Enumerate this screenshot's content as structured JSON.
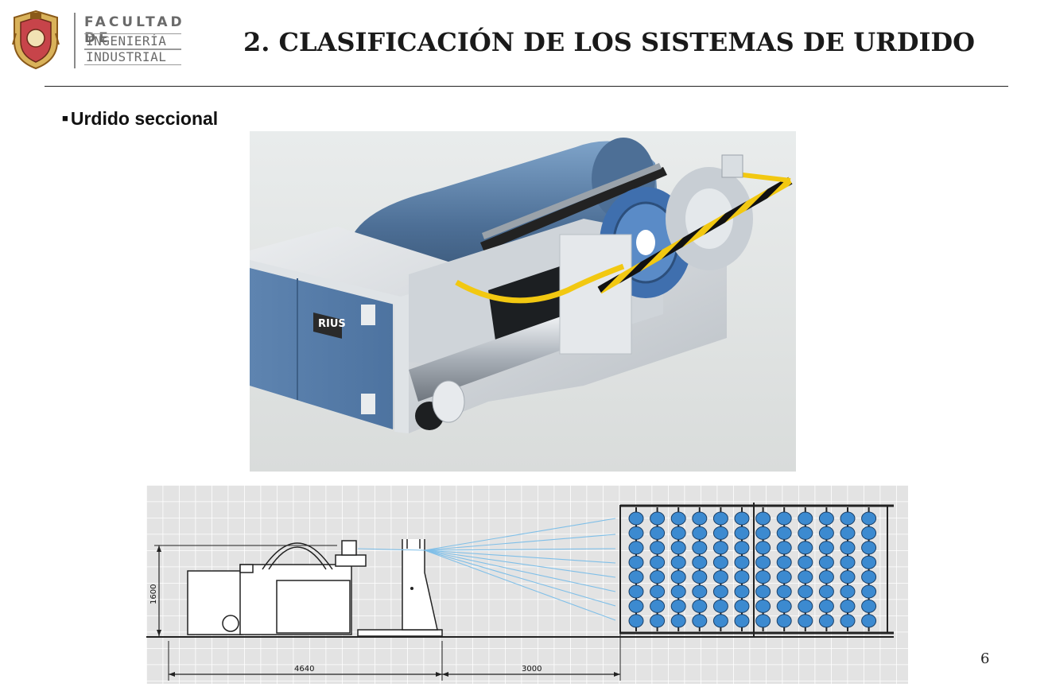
{
  "header": {
    "logo": {
      "line1": "FACULTAD DE",
      "line2": "INGENIERÍA",
      "line3": "INDUSTRIAL"
    },
    "title": "2.  CLASIFICACIÓN DE LOS SISTEMAS DE URDIDO"
  },
  "content": {
    "bullet_text": "Urdido  seccional",
    "photo": {
      "brand_label": "RIUS"
    },
    "drawing": {
      "dim_height": "1600",
      "dim_machine_length": "4640",
      "dim_gap_length": "3000"
    }
  },
  "footer": {
    "page_number": "6"
  },
  "colors": {
    "machine_blue": "#5f86b4",
    "machine_grey": "#c9ced3",
    "hazard_yellow": "#f2c811",
    "thread_blue": "#7fbfe8",
    "bobbin_blue": "#3c8ad0"
  }
}
